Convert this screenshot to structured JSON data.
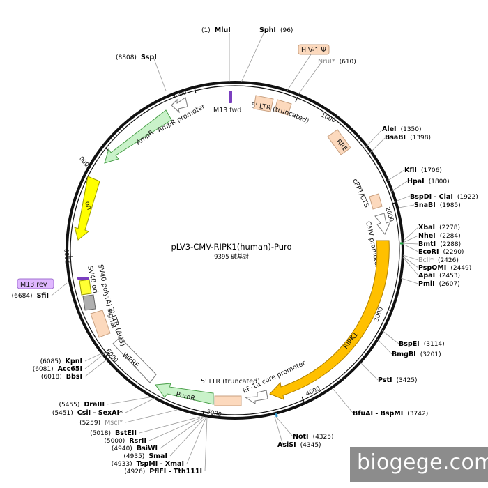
{
  "plasmid": {
    "name": "pLV3-CMV-RIPK1(human)-Puro",
    "size_label": "9395 碱基对",
    "total_bp": 9395
  },
  "watermark": "biogege.com",
  "ticks": [
    {
      "bp": 1000,
      "label": "1000"
    },
    {
      "bp": 2000,
      "label": "2000"
    },
    {
      "bp": 3000,
      "label": "3000"
    },
    {
      "bp": 4000,
      "label": "4000"
    },
    {
      "bp": 5000,
      "label": "5000"
    },
    {
      "bp": 6000,
      "label": "6000"
    },
    {
      "bp": 7000,
      "label": "7000"
    },
    {
      "bp": 8000,
      "label": "8000"
    },
    {
      "bp": 9000,
      "label": "9000"
    }
  ],
  "features": [
    {
      "id": "m13-fwd",
      "label": "M13 fwd",
      "color": "#7b3fbf"
    },
    {
      "id": "five-ltr",
      "label": "5' LTR (truncated)",
      "color": "#fcd9bd"
    },
    {
      "id": "hiv-psi",
      "label": "HIV-1 Ψ",
      "color": "#fcd9bd"
    },
    {
      "id": "rre",
      "label": "RRE",
      "color": "#fcd9bd"
    },
    {
      "id": "cppt",
      "label": "cPPT/CTS",
      "color": "#fcd9bd"
    },
    {
      "id": "cmv-promoter",
      "label": "CMV promoter",
      "color": "#ffffff"
    },
    {
      "id": "ripk1",
      "label": "RIPK1",
      "color": "#ffc000"
    },
    {
      "id": "ef1a-promoter",
      "label": "EF-1α core promoter",
      "color": "#ffffff"
    },
    {
      "id": "five-ltr-2",
      "label": "5' LTR (truncated)",
      "color": "#fcd9bd"
    },
    {
      "id": "puror",
      "label": "PuroR",
      "color": "#c9f2c9"
    },
    {
      "id": "wpre",
      "label": "WPRE",
      "color": "#ffffff"
    },
    {
      "id": "three-ltr",
      "label": "3' LTR (ΔU3)",
      "color": "#fcd9bd"
    },
    {
      "id": "sv40-polya",
      "label": "SV40 poly(A) signal",
      "color": "#b0b0b0"
    },
    {
      "id": "sv40-ori",
      "label": "SV40 ori",
      "color": "#ffff33"
    },
    {
      "id": "m13-rev",
      "label": "M13 rev",
      "color": "#e0b8ff"
    },
    {
      "id": "ori",
      "label": "ori",
      "color": "#ffff00"
    },
    {
      "id": "ampr",
      "label": "AmpR",
      "color": "#c9f2c9"
    },
    {
      "id": "ampr-promoter",
      "label": "AmpR promoter",
      "color": "#ffffff"
    }
  ],
  "sites": [
    {
      "name": "MluI",
      "pos": "(1)",
      "star": false
    },
    {
      "name": "SphI",
      "pos": "(96)",
      "star": false
    },
    {
      "name": "NruI*",
      "pos": "(610)",
      "star": true
    },
    {
      "name": "SspI",
      "pos": "(8808)",
      "star": false
    },
    {
      "name": "AleI",
      "pos": "(1350)",
      "star": false
    },
    {
      "name": "BsaBI",
      "pos": "(1398)",
      "star": false
    },
    {
      "name": "KflI",
      "pos": "(1706)",
      "star": false
    },
    {
      "name": "HpaI",
      "pos": "(1800)",
      "star": false
    },
    {
      "name": "BspDI - ClaI",
      "pos": "(1922)",
      "star": false
    },
    {
      "name": "SnaBI",
      "pos": "(1985)",
      "star": false
    },
    {
      "name": "XbaI",
      "pos": "(2278)",
      "star": false
    },
    {
      "name": "NheI",
      "pos": "(2284)",
      "star": false
    },
    {
      "name": "BmtI",
      "pos": "(2288)",
      "star": false
    },
    {
      "name": "EcoRI",
      "pos": "(2290)",
      "star": false
    },
    {
      "name": "BclI*",
      "pos": "(2426)",
      "star": true
    },
    {
      "name": "PspOMI",
      "pos": "(2449)",
      "star": false
    },
    {
      "name": "ApaI",
      "pos": "(2453)",
      "star": false
    },
    {
      "name": "PmlI",
      "pos": "(2607)",
      "star": false
    },
    {
      "name": "BspEI",
      "pos": "(3114)",
      "star": false
    },
    {
      "name": "BmgBI",
      "pos": "(3201)",
      "star": false
    },
    {
      "name": "PstI",
      "pos": "(3425)",
      "star": false
    },
    {
      "name": "BfuAI - BspMI",
      "pos": "(3742)",
      "star": false
    },
    {
      "name": "NotI",
      "pos": "(4325)",
      "star": false
    },
    {
      "name": "AsiSI",
      "pos": "(4345)",
      "star": false
    },
    {
      "name": "SfiI",
      "pos": "(6684)",
      "star": false
    },
    {
      "name": "KpnI",
      "pos": "(6085)",
      "star": false
    },
    {
      "name": "Acc65I",
      "pos": "(6081)",
      "star": false
    },
    {
      "name": "BbsI",
      "pos": "(6018)",
      "star": false
    },
    {
      "name": "DraIII",
      "pos": "(5455)",
      "star": false
    },
    {
      "name": "CsiI - SexAI*",
      "pos": "(5451)",
      "star": true
    },
    {
      "name": "MscI*",
      "pos": "(5259)",
      "star": true
    },
    {
      "name": "BstEII",
      "pos": "(5018)",
      "star": false
    },
    {
      "name": "RsrII",
      "pos": "(5000)",
      "star": false
    },
    {
      "name": "BsiWI",
      "pos": "(4940)",
      "star": false
    },
    {
      "name": "SmaI",
      "pos": "(4935)",
      "star": false
    },
    {
      "name": "TspMI - XmaI",
      "pos": "(4933)",
      "star": false
    },
    {
      "name": "PflFI - Tth111I",
      "pos": "(4926)",
      "star": false
    }
  ]
}
